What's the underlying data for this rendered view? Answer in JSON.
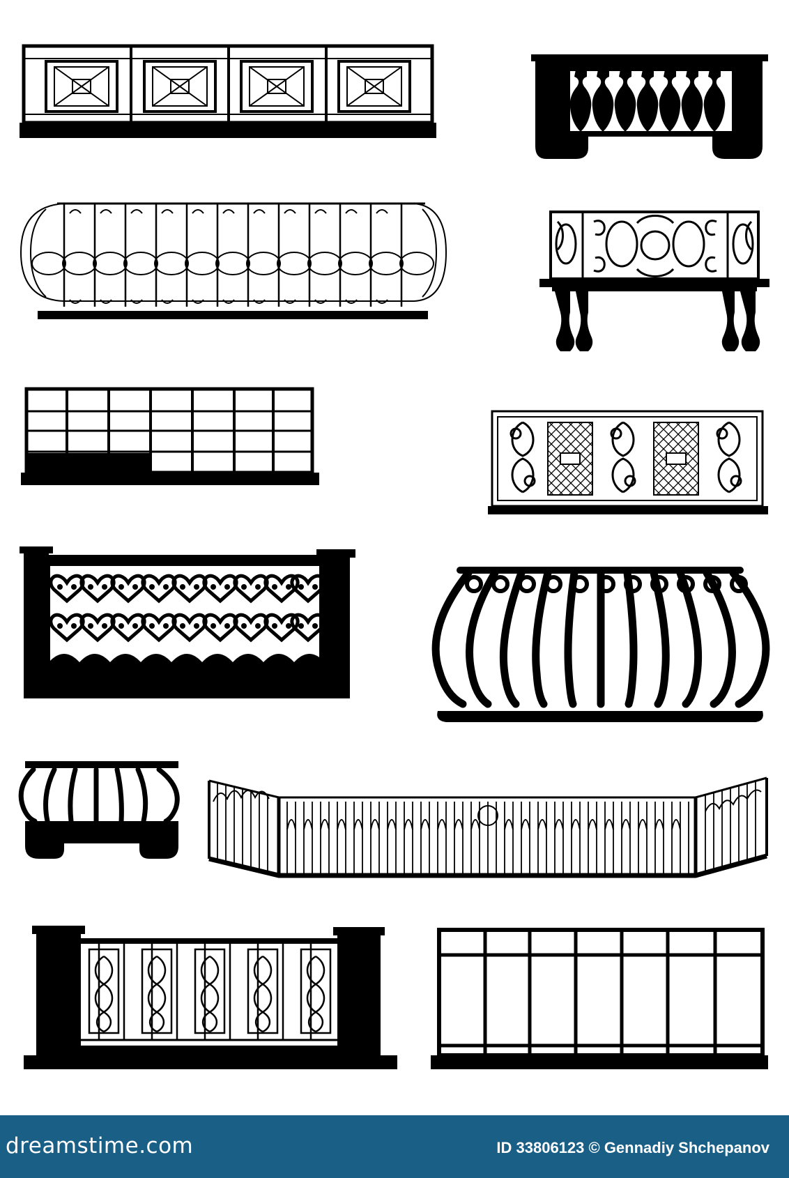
{
  "image": {
    "subject": "balcony railings silhouettes",
    "colors": {
      "ink": "#000000",
      "background": "#ffffff",
      "footer": "#1a5f86",
      "footer_text": "#ffffff"
    }
  },
  "watermark": {
    "brand": "dreamstime.com",
    "credit": "ID 33806123 © Gennadiy Shchepanov"
  }
}
